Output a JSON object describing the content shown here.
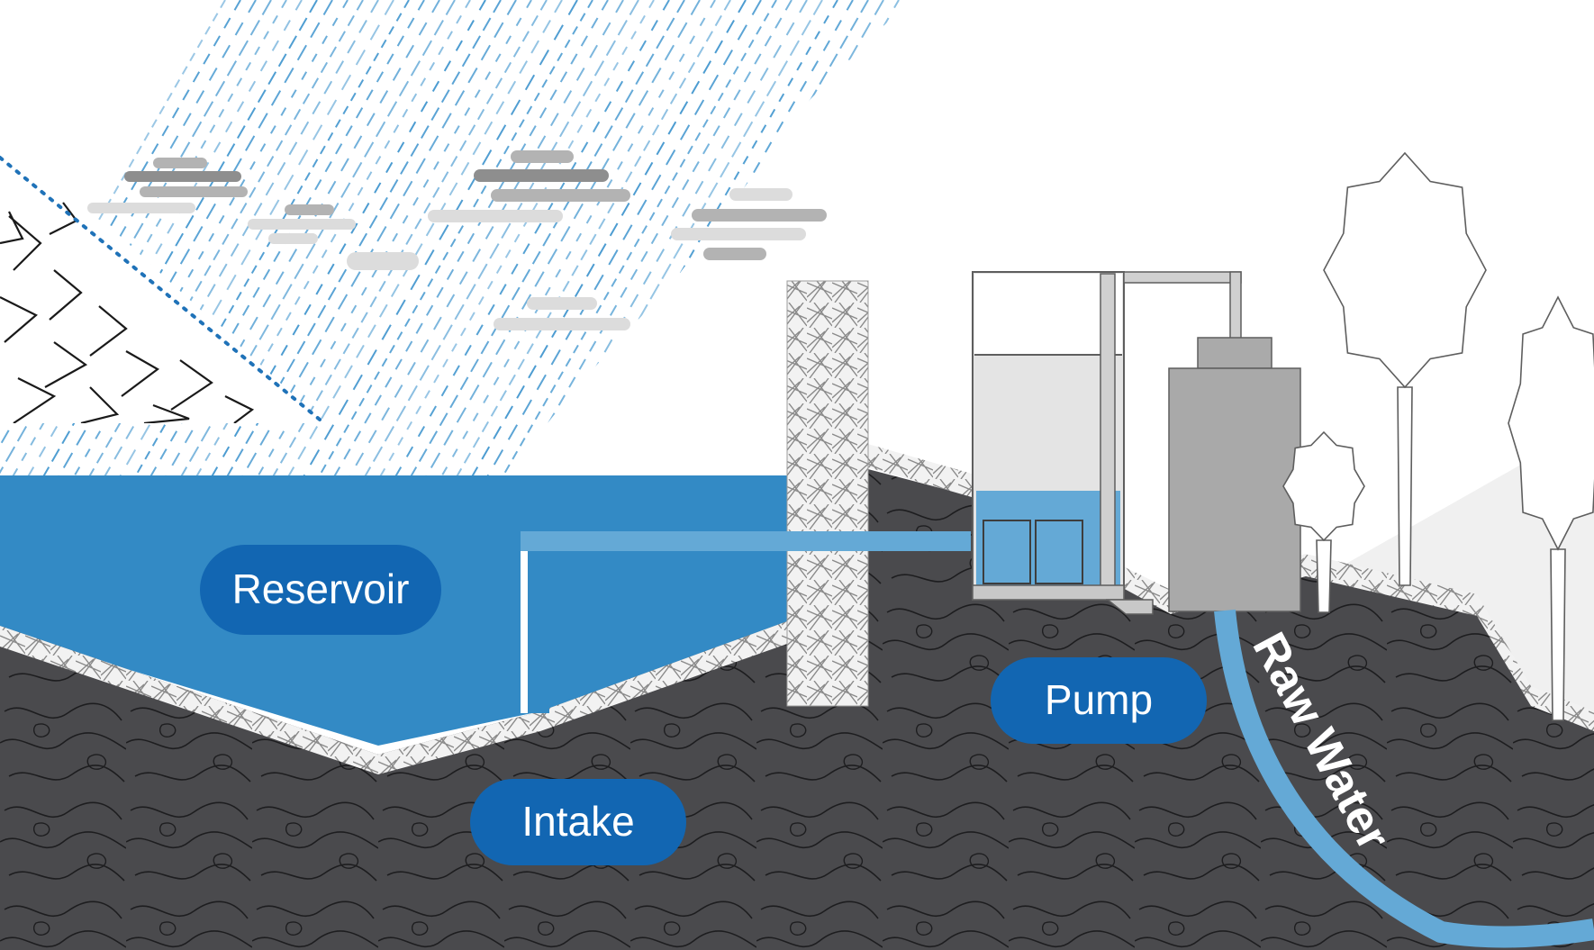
{
  "labels": {
    "reservoir": "Reservoir",
    "intake": "Intake",
    "pump": "Pump",
    "raw_water": "Raw Water"
  },
  "colors": {
    "water": "#338ac5",
    "water_light": "#64a9d6",
    "label_bg": "#1266b2",
    "ground": "#4a4a4d",
    "rain": "#4a9bd1",
    "cloud_dark": "#8e8e8e",
    "cloud_mid": "#b3b3b3",
    "cloud_light": "#dcdcdc",
    "building": "#b5b5b5",
    "building_light": "#e4e4e4"
  }
}
